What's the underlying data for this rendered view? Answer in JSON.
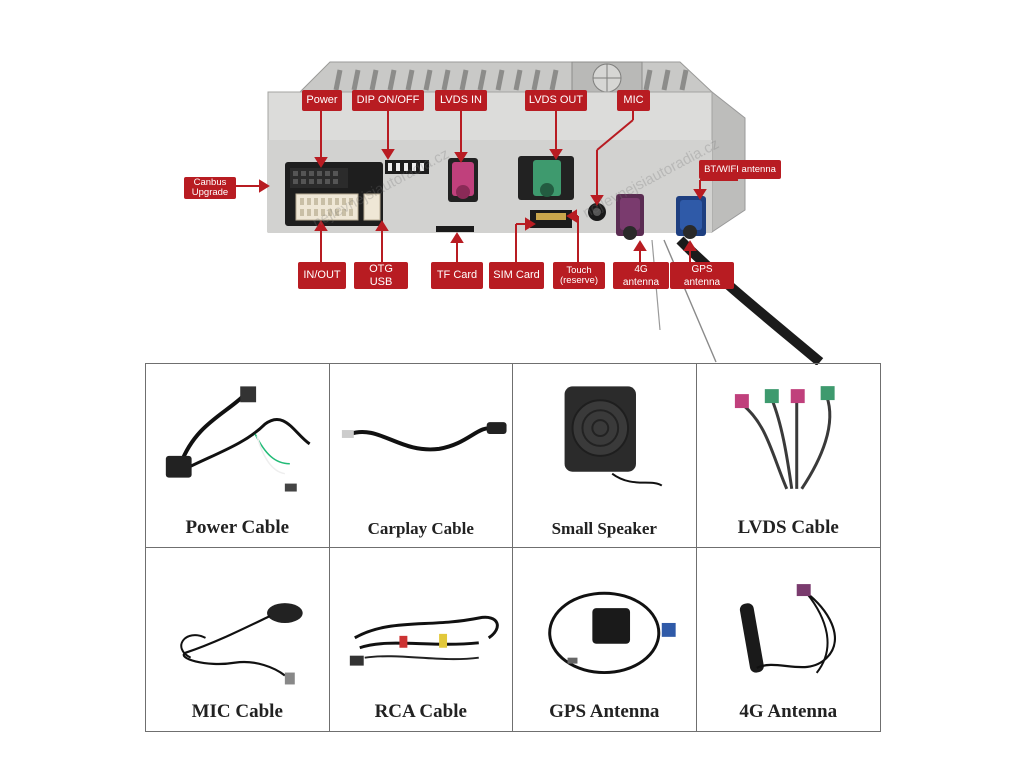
{
  "diagram": {
    "callouts": {
      "power": "Power",
      "dip": "DIP ON/OFF",
      "lvds_in": "LVDS IN",
      "lvds_out": "LVDS OUT",
      "mic": "MIC",
      "canbus_line1": "Canbus",
      "canbus_line2": "Upgrade",
      "bt_wifi": "BT/WIFI antenna",
      "in_out": "IN/OUT",
      "otg_usb": "OTG USB",
      "tf_card": "TF Card",
      "sim_card": "SIM Card",
      "touch_line1": "Touch",
      "touch_line2": "(reserve)",
      "antenna_4g": "4G antenna",
      "gps_antenna": "GPS antenna"
    },
    "colors": {
      "callout": "#b81c22",
      "housing": "#d9d9d7",
      "fakra_pink": "#c0407c",
      "fakra_green": "#3e9a6e",
      "fakra_violet": "#7a3b6e",
      "fakra_blue": "#2f5aa8"
    }
  },
  "accessories": [
    {
      "id": "power-cable",
      "label": "Power Cable"
    },
    {
      "id": "carplay-cable",
      "label": "Carplay Cable"
    },
    {
      "id": "small-speaker",
      "label": "Small Speaker"
    },
    {
      "id": "lvds-cable",
      "label": "LVDS Cable"
    },
    {
      "id": "mic-cable",
      "label": "MIC Cable"
    },
    {
      "id": "rca-cable",
      "label": "RCA Cable"
    },
    {
      "id": "gps-antenna",
      "label": "GPS Antenna"
    },
    {
      "id": "4g-antenna",
      "label": "4G Antenna"
    }
  ]
}
